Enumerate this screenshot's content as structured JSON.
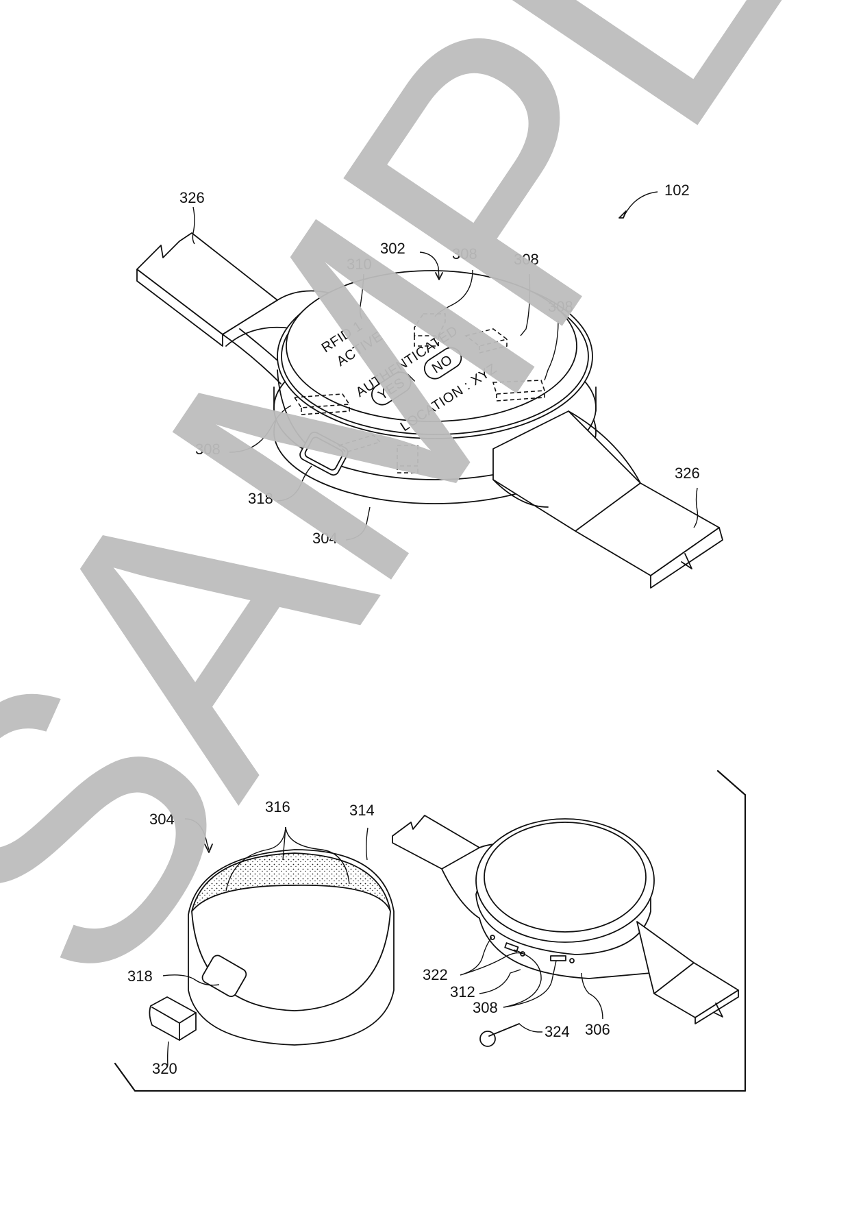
{
  "figure": {
    "top_view": {
      "device_ref": "102",
      "labels": {
        "strap_left": "326",
        "strap_right": "326",
        "face": "302",
        "display": "310",
        "sensor_top": "308",
        "sensor_top_right": "308",
        "sensor_right": "308",
        "sensor_left": "308",
        "button": "318",
        "band": "304"
      },
      "screen": {
        "line1": "RFID 1",
        "line2": "ACTIVE",
        "line3": "AUTHENTICATED",
        "yes_option": "YES",
        "separator": "/",
        "no_option": "NO",
        "location": "LOCATION : XYZ"
      }
    },
    "exploded_view": {
      "labels": {
        "band": "304",
        "coating_regions": "316",
        "inner_surface": "314",
        "button": "318",
        "cap": "320",
        "ports": "322",
        "seal": "312",
        "sensors": "308",
        "housing": "306",
        "pin": "324"
      }
    },
    "watermark": "SAMPLE",
    "colors": {
      "line": "#111111",
      "watermark": "#bdbdbd",
      "background": "#ffffff"
    }
  }
}
